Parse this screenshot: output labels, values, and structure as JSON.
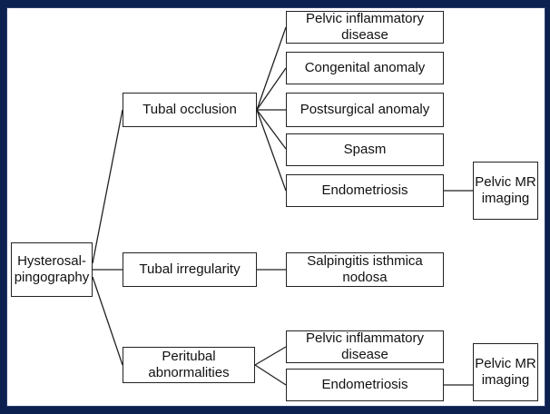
{
  "diagram": {
    "root": "Hysterosal-\npingography",
    "categories": {
      "tubal_occlusion": "Tubal occlusion",
      "tubal_irregularity": "Tubal irregularity",
      "peritubal": "Peritubal abnormalities"
    },
    "occlusion_causes": [
      "Pelvic inflammatory disease",
      "Congenital anomaly",
      "Postsurgical anomaly",
      "Spasm",
      "Endometriosis"
    ],
    "irregularity_causes": [
      "Salpingitis isthmica nodosa"
    ],
    "peritubal_causes": [
      "Pelvic inflammatory disease",
      "Endometriosis"
    ],
    "followup": "Pelvic MR\nimaging"
  },
  "colors": {
    "border": "#0d2150",
    "line": "#222222"
  }
}
